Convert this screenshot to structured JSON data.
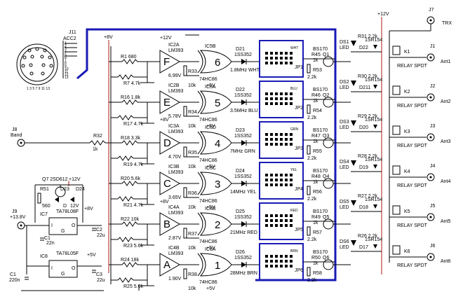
{
  "connectors": {
    "j11": {
      "ref": "J11",
      "name": "ACC2",
      "pins": [
        "1",
        "2",
        "3",
        "4",
        "5",
        "6",
        "7",
        "8",
        "9",
        "10",
        "11",
        "12",
        "13"
      ]
    },
    "j8": {
      "ref": "J8",
      "name": "Band"
    },
    "j9": {
      "ref": "J9",
      "name": "+13.8V"
    },
    "j7": {
      "ref": "J7",
      "name": "TRX"
    },
    "outputs": [
      {
        "ref": "J1",
        "name": "Ant1"
      },
      {
        "ref": "J2",
        "name": "Ant2"
      },
      {
        "ref": "J3",
        "name": "Ant3"
      },
      {
        "ref": "J4",
        "name": "Ant4"
      },
      {
        "ref": "J5",
        "name": "Ant5"
      },
      {
        "ref": "J6",
        "name": "Ant6"
      }
    ]
  },
  "rails": {
    "plus8": "+8V",
    "plus12": "+12V",
    "plus5": "+5V"
  },
  "comparators": [
    {
      "ref": "IC2A",
      "part": "LM393",
      "letter": "F",
      "rtop": "R1 680",
      "rbot": "R7 4.7k",
      "v": "6.99V"
    },
    {
      "ref": "IC2B",
      "part": "LM393",
      "letter": "E",
      "rtop": "R16 1.8k",
      "rbot": "R17 4.7k",
      "v": "5.78V"
    },
    {
      "ref": "IC3A",
      "part": "LM393",
      "letter": "D",
      "rtop": "R18 3.3k",
      "rbot": "R19 4.7k",
      "v": "4.70V"
    },
    {
      "ref": "IC3B",
      "part": "LM393",
      "letter": "C",
      "rtop": "R20 5.6k",
      "rbot": "R21 4.7k",
      "v": "3.65V"
    },
    {
      "ref": "IC4A",
      "part": "LM393",
      "letter": "B",
      "rtop": "R22 10k",
      "rbot": "R23 5.6k",
      "v": "2.87V"
    },
    {
      "ref": "IC4B",
      "part": "LM393",
      "letter": "A",
      "rtop": "R24 18k",
      "rbot": "R25 5.6k",
      "v": "1.90V"
    }
  ],
  "r32": {
    "ref": "R32",
    "value": "1k"
  },
  "xors": [
    {
      "ref": "IC5B",
      "num": "6",
      "rpull": "R33",
      "rval": "10k",
      "diode": "D21",
      "dpart": "1SS352",
      "band": "1.8MHz WHT"
    },
    {
      "ref": "IC5A",
      "num": "5",
      "rpull": "R34",
      "rval": "10k",
      "diode": "D22",
      "dpart": "1SS352",
      "band": "3.5MHz BLU"
    },
    {
      "ref": "IC5D",
      "num": "4",
      "rpull": "R35",
      "rval": "10k",
      "diode": "D23",
      "dpart": "1SS352",
      "band": "7MHz GRN"
    },
    {
      "ref": "IC5C",
      "num": "3",
      "rpull": "R36",
      "rval": "10k",
      "diode": "D24",
      "dpart": "1SS352",
      "band": "14MHz YEL"
    },
    {
      "ref": "IC6B",
      "num": "2",
      "rpull": "R37",
      "rval": "10k",
      "diode": "D25",
      "dpart": "1SS352",
      "band": "21MHz RED"
    },
    {
      "ref": "IC6A",
      "num": "1",
      "rpull": "R38",
      "rval": "10k",
      "diode": "D26",
      "dpart": "1SS352",
      "band": "28MHz BRN"
    }
  ],
  "xor_part": "74HC86",
  "jumpers": [
    {
      "ref": "JP1",
      "color": "WHT",
      "qref": "Q1",
      "rb": "R45",
      "rbval": "1k",
      "rc": "R53",
      "rcval": "2.2k"
    },
    {
      "ref": "JP2",
      "color": "BLU",
      "qref": "Q2",
      "rb": "R46",
      "rbval": "1k",
      "rc": "R54",
      "rcval": "2.2k"
    },
    {
      "ref": "JP3",
      "color": "GRN",
      "qref": "Q3",
      "rb": "R47",
      "rbval": "1k",
      "rc": "R55",
      "rcval": "2.2k"
    },
    {
      "ref": "JP4",
      "color": "YEL",
      "qref": "Q4",
      "rb": "R48",
      "rbval": "1k",
      "rc": "R56",
      "rcval": "2.2k"
    },
    {
      "ref": "JP5",
      "color": "RED",
      "qref": "Q5",
      "rb": "R49",
      "rbval": "1k",
      "rc": "R57",
      "rcval": "2.2k"
    },
    {
      "ref": "JP6",
      "color": "BRN",
      "qref": "Q6",
      "rb": "R50",
      "rbval": "1k",
      "rc": "R58",
      "rcval": "2.2k"
    }
  ],
  "transistor_part": "BS170",
  "relays": [
    {
      "led": "DS1",
      "rled": "R31 2.2k",
      "diode": "D22",
      "k": "K1"
    },
    {
      "led": "DS2",
      "rled": "R30 2.2k",
      "diode": "D211",
      "k": "K2"
    },
    {
      "led": "DS3",
      "rled": "R29 2.2k",
      "diode": "D20",
      "k": "K3"
    },
    {
      "led": "DS4",
      "rled": "R28 2.2k",
      "diode": "D19",
      "k": "K4"
    },
    {
      "led": "DS5",
      "rled": "R27 2.2k",
      "diode": "D18",
      "k": "K5"
    },
    {
      "led": "DS6",
      "rled": "R26 2.2k",
      "diode": "D17",
      "k": "K6"
    }
  ],
  "relay_labels": {
    "led": "LED",
    "ja": "1SR154",
    "relay": "RELAY SPDT"
  },
  "power": {
    "q7": "Q7 2SD612",
    "r51": "R51",
    "r51v": "560",
    "d23": "D23",
    "d24": "D24",
    "d": "D",
    "v12": "12V",
    "ic7": "IC7",
    "ic7part": "TA78L08F",
    "ic8": "IC8",
    "ic8part": "TA78L05F",
    "c1": "C1",
    "c1v": "22n",
    "c2": "C2",
    "c2v": "22u",
    "c3": "C3",
    "c3v": "22u",
    "c4": "C1",
    "c4v": "220n",
    "pin_i": "I",
    "pin_o": "O",
    "pin_g": "G"
  }
}
